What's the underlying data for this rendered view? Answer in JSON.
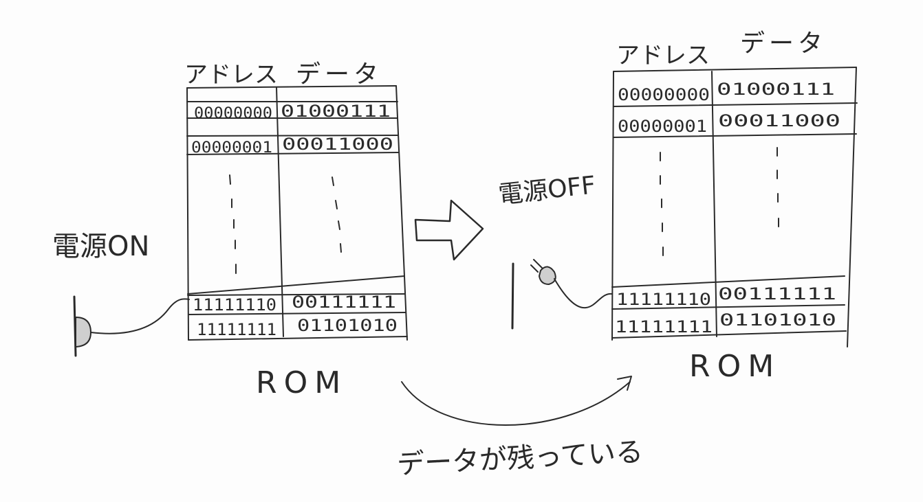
{
  "left": {
    "header_address": "アドレス",
    "header_data": "データ",
    "rows_top": [
      {
        "address": "00000000",
        "data": "01000111"
      },
      {
        "address": "00000001",
        "data": "00011000"
      }
    ],
    "rows_bottom": [
      {
        "address": "11111110",
        "data": "00111111"
      },
      {
        "address": "11111111",
        "data": "01101010"
      }
    ],
    "power_label": "電源ON",
    "rom_label": "ROM"
  },
  "right": {
    "header_address": "アドレス",
    "header_data": "データ",
    "rows_top": [
      {
        "address": "00000000",
        "data": "01000111"
      },
      {
        "address": "00000001",
        "data": "00011000"
      }
    ],
    "rows_bottom": [
      {
        "address": "11111110",
        "data": "00111111"
      },
      {
        "address": "11111111",
        "data": "01101010"
      }
    ],
    "power_label": "電源OFF",
    "rom_label": "ROM"
  },
  "caption": "データが残っている"
}
